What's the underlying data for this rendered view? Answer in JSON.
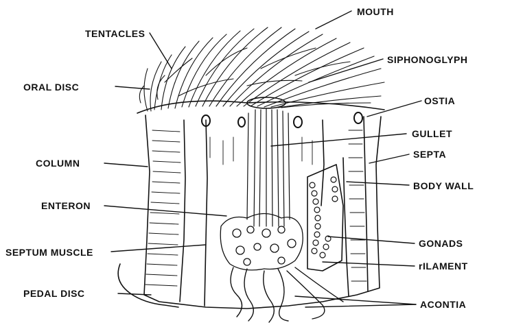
{
  "labels": {
    "mouth": "MOUTH",
    "tentacles": "TENTACLES",
    "siphonoglyph": "SIPHONOGLYPH",
    "oral_disc": "ORAL DISC",
    "ostia": "OSTIA",
    "gullet": "GULLET",
    "column": "COLUMN",
    "septa": "SEPTA",
    "body_wall": "BODY WALL",
    "enteron": "ENTERON",
    "gonads": "GONADS",
    "septum_muscle": "SEPTUM MUSCLE",
    "filament": "rILAMENT",
    "pedal_disc": "PEDAL DISC",
    "acontia": "ACONTIA"
  },
  "colors": {
    "ink": "#111111",
    "paper": "#ffffff"
  }
}
